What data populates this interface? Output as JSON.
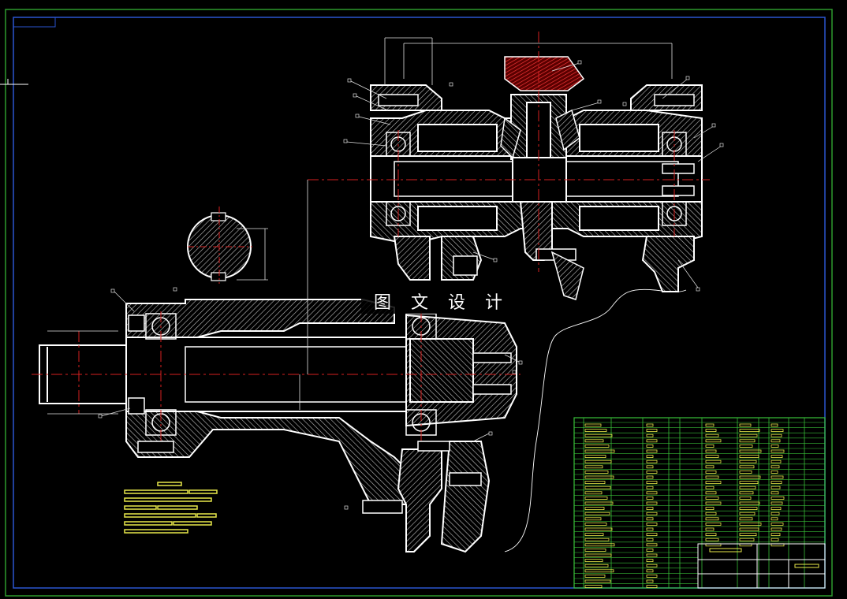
{
  "watermark": {
    "text": "图 文 设 计"
  },
  "colors": {
    "background": "#000000",
    "outline": "#ffffff",
    "frame_green": "#2e9a2e",
    "frame_blue": "#2a55d0",
    "centerline": "#d62020",
    "hatch": "#c8c8c8",
    "gear": "#e03030",
    "table_green": "#38c038",
    "table_yellow": "#e8e84a",
    "dimension": "#e0e0e0"
  },
  "icons": [
    "drawing-frame",
    "shaft-section",
    "bearing-symbol",
    "gear-symbol",
    "parts-list-table",
    "title-block"
  ]
}
